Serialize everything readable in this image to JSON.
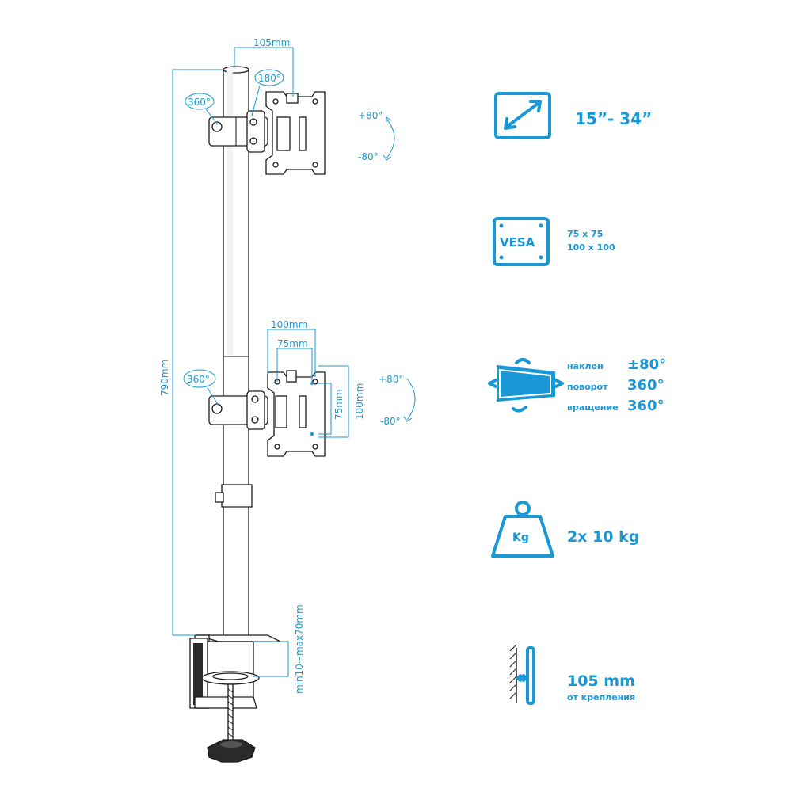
{
  "dimensions": {
    "arm_offset": "105mm",
    "swivel_top": "180°",
    "rotation_top": "360°",
    "rotation_mid": "360°",
    "tilt_up_top": "+80°",
    "tilt_down_top": "-80°",
    "tilt_up_mid": "+80°",
    "tilt_down_mid": "-80°",
    "vesa_width_100": "100mm",
    "vesa_width_75": "75mm",
    "vesa_height_75": "75mm",
    "vesa_height_100": "100mm",
    "pole_height": "790mm",
    "clamp_range": "min10~max70mm"
  },
  "specs": {
    "screen_size": "15”- 34”",
    "vesa_icon_label": "VESA",
    "vesa_line1": "75 x 75",
    "vesa_line2": "100 x 100",
    "tilt_label": "наклон",
    "tilt_value": "±80°",
    "swivel_label": "поворот",
    "swivel_value": "360°",
    "rotation_label": "вращение",
    "rotation_value": "360°",
    "weight_icon_label": "Kg",
    "weight_value": "2x 10 kg",
    "distance_value": "105 mm",
    "distance_caption": "от крепления"
  },
  "colors": {
    "accent": "#1a98d5",
    "ink": "#1a1a1a"
  },
  "icons": [
    "diagonal-arrow-icon",
    "vesa-icon",
    "monitor-rotation-icon",
    "weight-icon",
    "wall-distance-icon"
  ]
}
